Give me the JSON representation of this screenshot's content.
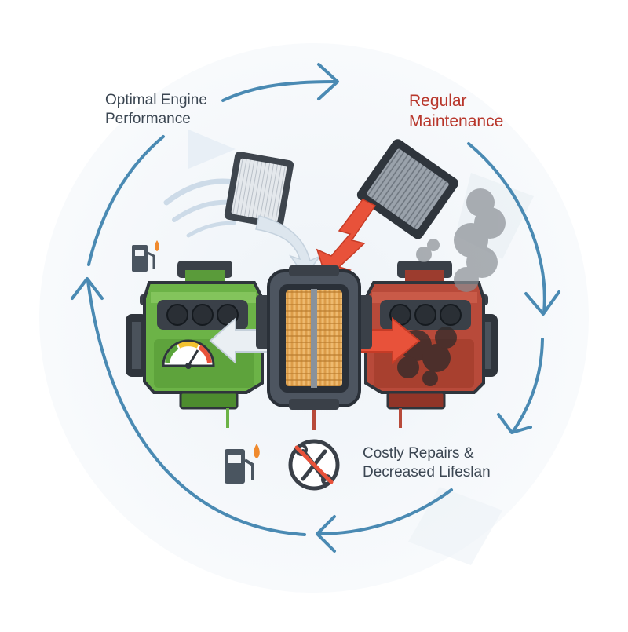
{
  "labels": {
    "optimal_line1": "Optimal Engine",
    "optimal_line2": "Performance",
    "maintenance_line1": "Regular",
    "maintenance_line2": "Maintenance",
    "costly_line1": "Costly Repairs &",
    "costly_line2": "Decreased Lifeslan"
  },
  "colors": {
    "cycle_arrow": "#4a8ab3",
    "good_engine": "#6cb347",
    "bad_engine": "#b84a3a",
    "filter_center": "#4d5560",
    "filter_media": "#e3a857",
    "warning_arrow": "#e8523a",
    "maintenance_text": "#b8362b",
    "body_text": "#3b4652"
  },
  "icons": [
    "fuel-pump-icon",
    "gauge-icon",
    "no-tools-icon",
    "smoke-icon",
    "air-filter-icon"
  ]
}
